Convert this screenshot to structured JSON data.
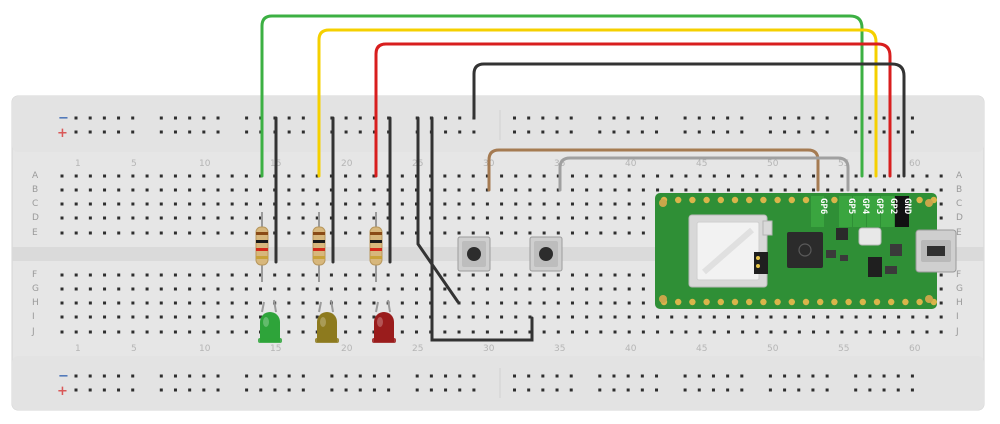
{
  "breadboard": {
    "rail_minus": "−",
    "rail_plus": "+",
    "row_labels_top": [
      "A",
      "B",
      "C",
      "D",
      "E"
    ],
    "row_labels_bottom": [
      "F",
      "G",
      "H",
      "I",
      "J"
    ],
    "column_numbers": [
      "1",
      "5",
      "10",
      "15",
      "20",
      "25",
      "30",
      "35",
      "40",
      "45",
      "50",
      "55",
      "60"
    ],
    "colors": {
      "board": "#e6e6e6",
      "hole": "#2e2e2e",
      "minus": "#4a73b8",
      "plus": "#d95858"
    }
  },
  "pico": {
    "pin_labels": [
      "GP6",
      "GP5",
      "GP4",
      "GP3",
      "GP2",
      "GND"
    ],
    "colors": {
      "board": "#2f8f36",
      "pin_label_bg": "#3aa53f",
      "gnd_label_bg": "#111111"
    }
  },
  "components": {
    "leds": [
      {
        "name": "green",
        "color": "#2ea43a"
      },
      {
        "name": "yellow",
        "color": "#8d7a1e"
      },
      {
        "name": "red",
        "color": "#9a1c1c"
      }
    ],
    "buttons": 2,
    "resistors": 3
  },
  "wires": {
    "colors": {
      "green": "#3cb043",
      "yellow": "#f5d000",
      "red": "#d81e1e",
      "black": "#333333",
      "brown": "#a57b52",
      "gray": "#a0a0a0"
    }
  }
}
